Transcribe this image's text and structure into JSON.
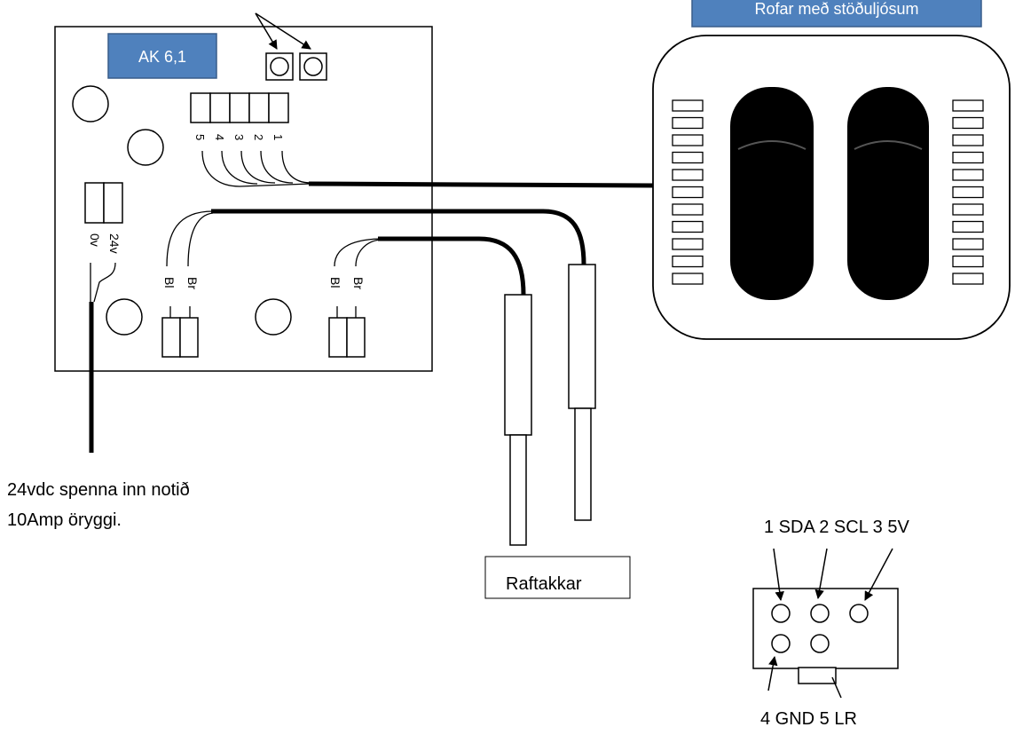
{
  "board": {
    "label": "AK 6,1",
    "connector_pins": [
      "5",
      "4",
      "3",
      "2",
      "1"
    ],
    "power_terminals": [
      "0v",
      "24v"
    ],
    "sensor_pins_left": [
      "Bl",
      "Br"
    ],
    "sensor_pins_right": [
      "Bl",
      "Br"
    ]
  },
  "switch_panel": {
    "label": "Rofar með stöðuljósum"
  },
  "power_note": {
    "line1": "24vdc spenna inn notið",
    "line2": "10Amp öryggi."
  },
  "sensors": {
    "label": "Raftakkar"
  },
  "connector": {
    "top_label": "1 SDA 2 SCL 3 5V",
    "bottom_label": "4 GND 5 LR"
  },
  "colors": {
    "label_box_fill": "#4f81bd",
    "label_box_stroke": "#385d8a",
    "label_box_text": "#ffffff",
    "line": "#000000"
  }
}
